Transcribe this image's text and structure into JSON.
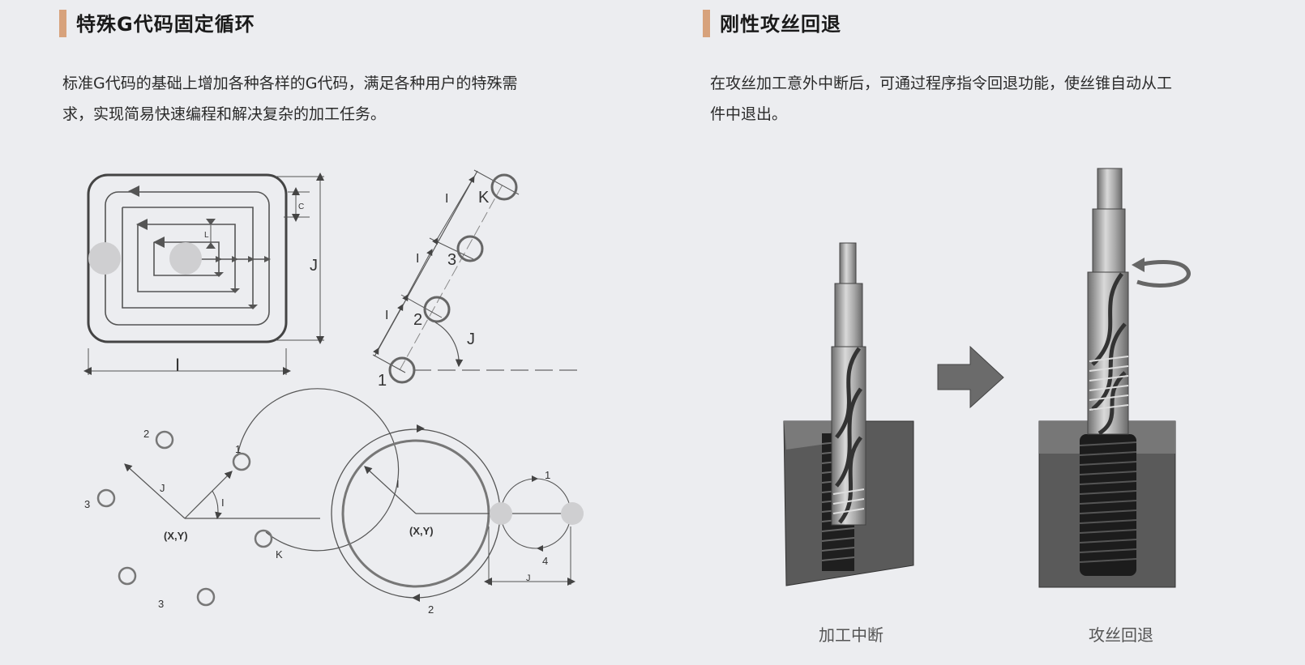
{
  "left": {
    "title": "特殊G代码固定循环",
    "description_line1": "标准G代码的基础上增加各种各样的G代码，满足各种用户的特殊需",
    "description_line2": "求，实现简易快速编程和解决复杂的加工任务。",
    "diagram_pocket": {
      "label_i": "I",
      "label_j": "J",
      "label_c": "C",
      "label_l": "L"
    },
    "diagram_line": {
      "label_i1": "I",
      "label_i2": "I",
      "label_i3": "I",
      "label_k": "K",
      "label_j": "J",
      "n1": "1",
      "n2": "2",
      "n3": "3"
    },
    "diagram_bolt_circle": {
      "center": "(X,Y)",
      "label_i": "I",
      "label_j": "J",
      "label_k": "K",
      "n1": "1",
      "n2": "2",
      "n3a": "3",
      "n3b": "3"
    },
    "diagram_circle": {
      "center": "(X,Y)",
      "label_i": "I",
      "label_j": "J",
      "n1": "1",
      "n2": "2",
      "n4": "4"
    }
  },
  "right": {
    "title": "刚性攻丝回退",
    "description_line1": "在攻丝加工意外中断后，可通过程序指令回退功能，使丝锥自动从工",
    "description_line2": "件中退出。",
    "caption_left": "加工中断",
    "caption_right": "攻丝回退"
  },
  "colors": {
    "accent": "#d7a27c",
    "background": "#ecedf0"
  }
}
